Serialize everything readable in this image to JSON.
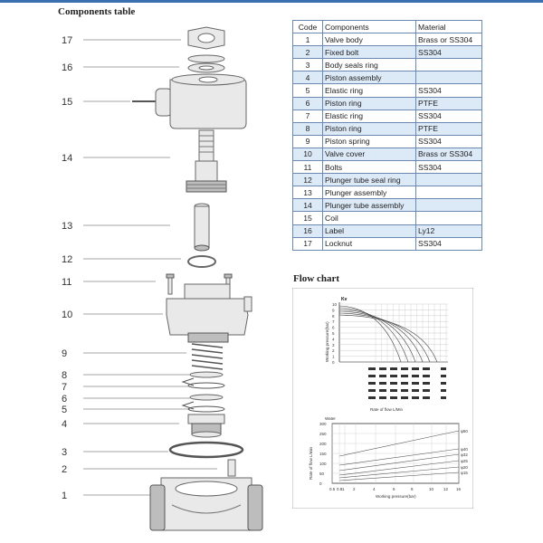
{
  "headings": {
    "components": "Components table",
    "flow": "Flow chart"
  },
  "diagram": {
    "labels": [
      "17",
      "16",
      "15",
      "14",
      "13",
      "12",
      "11",
      "10",
      "9",
      "8",
      "7",
      "6",
      "5",
      "4",
      "3",
      "2",
      "1"
    ]
  },
  "table": {
    "headers": [
      "Code",
      "Components",
      "Material"
    ],
    "rows": [
      {
        "code": "1",
        "name": "Valve body",
        "material": "Brass or SS304"
      },
      {
        "code": "2",
        "name": "Fixed  bolt",
        "material": "SS304"
      },
      {
        "code": "3",
        "name": "Body seals ring",
        "material": ""
      },
      {
        "code": "4",
        "name": "Piston assembly",
        "material": ""
      },
      {
        "code": "5",
        "name": "Elastic ring",
        "material": "SS304"
      },
      {
        "code": "6",
        "name": "Piston ring",
        "material": "PTFE"
      },
      {
        "code": "7",
        "name": "Elastic ring",
        "material": "SS304"
      },
      {
        "code": "8",
        "name": "Piston ring",
        "material": "PTFE"
      },
      {
        "code": "9",
        "name": "Piston spring",
        "material": "SS304"
      },
      {
        "code": "10",
        "name": "Valve cover",
        "material": "Brass or SS304"
      },
      {
        "code": "11",
        "name": "Bolts",
        "material": "SS304"
      },
      {
        "code": "12",
        "name": "Plunger tube seal ring",
        "material": ""
      },
      {
        "code": "13",
        "name": "Plunger assembly",
        "material": ""
      },
      {
        "code": "14",
        "name": "Plunger tube assembly",
        "material": ""
      },
      {
        "code": "15",
        "name": "Coil",
        "material": ""
      },
      {
        "code": "16",
        "name": "Label",
        "material": "Ly12"
      },
      {
        "code": "17",
        "name": "Locknut",
        "material": "SS304"
      }
    ]
  },
  "flow_upper": {
    "ylabel": "Working pressure(bar)",
    "xlabel": "Rate of flow L/Min",
    "corner_label": "Kv",
    "yticks": [
      "10",
      "9",
      "8",
      "7",
      "6",
      "5",
      "4",
      "3",
      "2",
      "1",
      "0"
    ]
  },
  "flow_lower": {
    "corner_label": "Water",
    "ylabel": "Rate of flow L/min",
    "xlabel": "Working pressure(bar)",
    "yticks": [
      "300",
      "250",
      "200",
      "150",
      "100",
      "50",
      "0"
    ],
    "xticks": [
      "0.5",
      "0.8",
      "1",
      "2",
      "4",
      "6",
      "8",
      "10",
      "12",
      "16"
    ],
    "series_labels": [
      "φ50",
      "φ40",
      "φ32",
      "φ25",
      "φ20",
      "φ15"
    ]
  },
  "colors": {
    "table_border": "#6a88b0",
    "row_shade": "#dce9f7",
    "accent": "#3a6fb0"
  }
}
